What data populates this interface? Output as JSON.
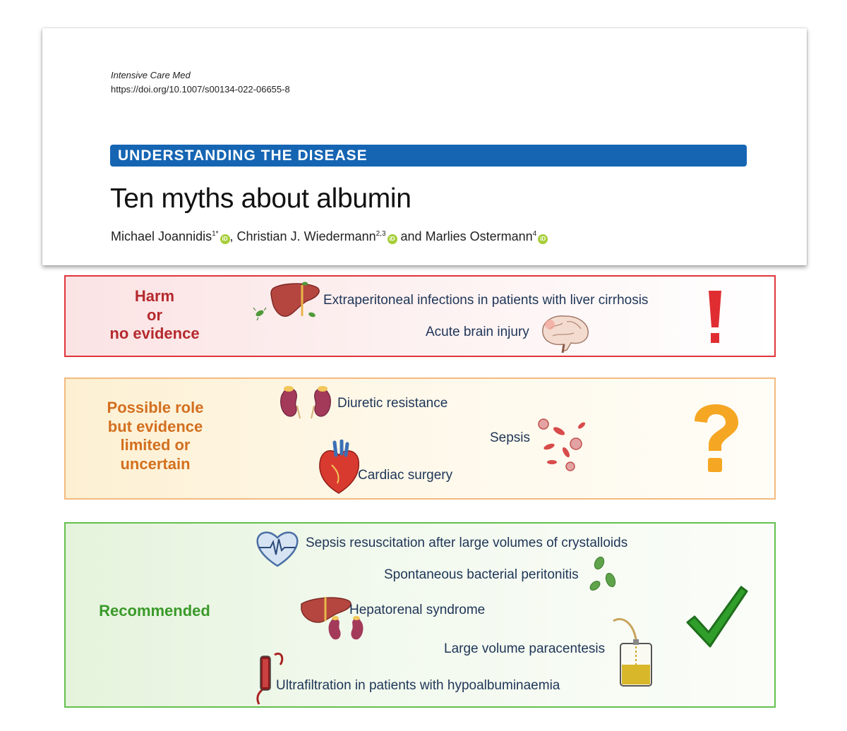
{
  "header": {
    "journal": "Intensive Care Med",
    "doi": "https://doi.org/10.1007/s00134-022-06655-8",
    "section": "UNDERSTANDING THE DISEASE",
    "title": "Ten myths about albumin",
    "authors": [
      {
        "name": "Michael Joannidis",
        "sup": "1*"
      },
      {
        "name": "Christian J. Wiedermann",
        "sup": "2,3"
      },
      {
        "name": "Marlies Ostermann",
        "sup": "4"
      }
    ],
    "author_sep_1": ", ",
    "author_sep_2": " and ",
    "orcid_label": "iD"
  },
  "panels": {
    "harm": {
      "category": [
        "Harm",
        "or",
        "no evidence"
      ],
      "items": [
        "Extraperitoneal infections in patients with liver cirrhosis",
        "Acute brain injury"
      ],
      "symbol": "!",
      "color": "#e0353c"
    },
    "possible": {
      "category": [
        "Possible role",
        "but evidence",
        "limited or",
        "uncertain"
      ],
      "items": [
        "Diuretic resistance",
        "Sepsis",
        "Cardiac surgery"
      ],
      "symbol": "?",
      "color": "#f5a623"
    },
    "recommended": {
      "category": [
        "Recommended"
      ],
      "items": [
        "Sepsis resuscitation after large volumes of crystalloids",
        "Spontaneous bacterial peritonitis",
        "Hepatorenal syndrome",
        "Large volume paracentesis",
        "Ultrafiltration in patients with hypoalbuminaemia"
      ],
      "symbol": "✓",
      "color": "#3aa62a"
    }
  }
}
